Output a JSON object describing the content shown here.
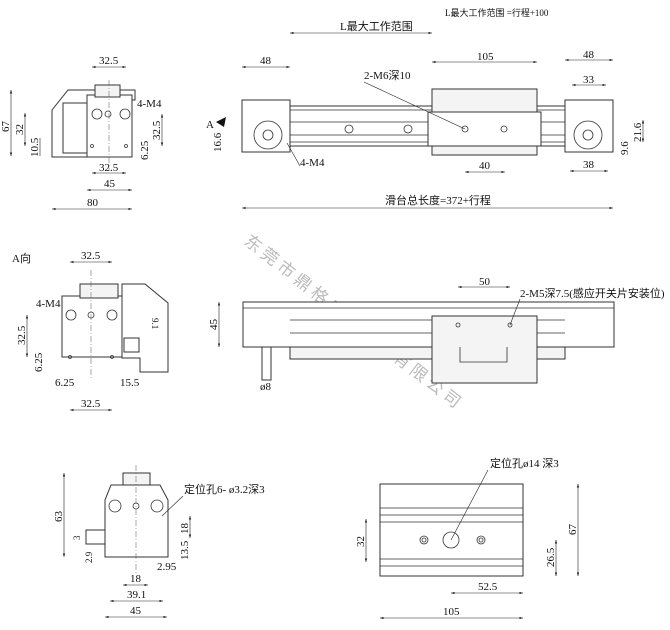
{
  "watermark": "东莞市鼎格自动设备有限公司",
  "front_view": {
    "d_top": "32.5",
    "mount_label": "4-M4",
    "d_height": "67",
    "d_32": "32",
    "d_10_5": "10.5",
    "d_32_5_v": "32.5",
    "d_6_25": "6.25",
    "d_bottom": "32.5",
    "d_45": "45",
    "d_80": "80"
  },
  "top_view": {
    "note": "L最大工作范围 =行程+100",
    "l_label": "L最大工作范围",
    "d_48_left": "48",
    "d_105": "105",
    "m6_label": "2-M6深10",
    "d_48_right": "48",
    "d_33": "33",
    "d_21_6": "21.6",
    "d_9_6": "9.6",
    "d_40": "40",
    "d_38": "38",
    "m4_label": "4-M4",
    "a_label": "A",
    "d_16_6": "16.6",
    "total_label": "滑台总长度=372+行程"
  },
  "a_view": {
    "title": "A向",
    "d_top": "32.5",
    "mount_label": "4-M4",
    "d_32_5_v": "32.5",
    "d_6_25_v": "6.25",
    "d_6_25_h": "6.25",
    "d_15_5": "15.5",
    "d_bottom": "32.5",
    "d_9_1": "9.1"
  },
  "side_view": {
    "d_45": "45",
    "d_50": "50",
    "m5_label": "2-M5深7.5(感应开关片安装位)",
    "sensor_label": "ø8"
  },
  "end_view": {
    "d_63": "63",
    "hole_label": "定位孔6- ø3.2深3",
    "d_18_v": "18",
    "d_13_5": "13.5",
    "d_3": "3",
    "d_2_9": "2.9",
    "d_2_95": "2.95",
    "d_18_h": "18",
    "d_39_1": "39.1",
    "d_45": "45"
  },
  "carriage_view": {
    "hole_label": "定位孔ø14 深3",
    "d_32": "32",
    "d_67": "67",
    "d_26_5": "26.5",
    "d_52_5": "52.5",
    "d_105": "105"
  }
}
